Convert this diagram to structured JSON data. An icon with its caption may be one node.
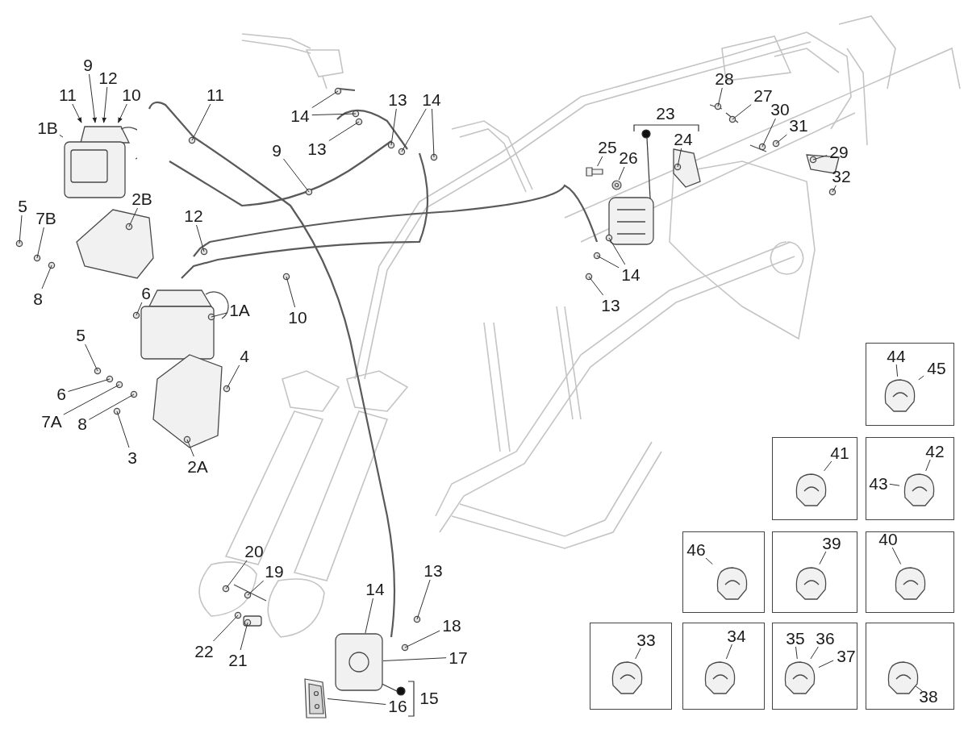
{
  "diagram": {
    "nodes": [
      {
        "text": [
          "1B"
        ]
      },
      {
        "text": [
          "11"
        ]
      },
      {
        "text": [
          "9"
        ]
      },
      {
        "text": [
          "12"
        ]
      },
      {
        "text": [
          "10"
        ]
      },
      {
        "text": [
          "11"
        ]
      },
      {
        "text": [
          "9"
        ]
      },
      {
        "text": [
          "14"
        ]
      },
      {
        "text": [
          "13"
        ]
      },
      {
        "text": [
          "13"
        ]
      },
      {
        "text": [
          "14"
        ]
      },
      {
        "text": [
          "23"
        ]
      },
      {
        "text": [
          "24"
        ]
      },
      {
        "text": [
          "25"
        ]
      },
      {
        "text": [
          "26"
        ]
      },
      {
        "text": [
          "28"
        ]
      },
      {
        "text": [
          "27"
        ]
      },
      {
        "text": [
          "30"
        ]
      },
      {
        "text": [
          "31"
        ]
      },
      {
        "text": [
          "29"
        ]
      },
      {
        "text": [
          "32"
        ]
      },
      {
        "text": [
          "5"
        ]
      },
      {
        "text": [
          "7B"
        ]
      },
      {
        "text": [
          "2B"
        ]
      },
      {
        "text": [
          "8"
        ]
      },
      {
        "text": [
          "12"
        ]
      },
      {
        "text": [
          "14"
        ]
      },
      {
        "text": [
          "13"
        ]
      },
      {
        "text": [
          "6"
        ]
      },
      {
        "text": [
          "1A"
        ]
      },
      {
        "text": [
          "10"
        ]
      },
      {
        "text": [
          "5"
        ]
      },
      {
        "text": [
          "4"
        ]
      },
      {
        "text": [
          "6"
        ]
      },
      {
        "text": [
          "7A"
        ]
      },
      {
        "text": [
          "8"
        ]
      },
      {
        "text": [
          "3"
        ]
      },
      {
        "text": [
          "2A"
        ]
      },
      {
        "text": [
          "20"
        ]
      },
      {
        "text": [
          "19"
        ]
      },
      {
        "text": [
          "13"
        ]
      },
      {
        "text": [
          "14"
        ]
      },
      {
        "text": [
          "18"
        ]
      },
      {
        "text": [
          "17"
        ]
      },
      {
        "text": [
          "22"
        ]
      },
      {
        "text": [
          "21"
        ]
      },
      {
        "text": [
          "15"
        ]
      },
      {
        "text": [
          "16"
        ]
      },
      {
        "text": [],
        "shape": "box"
      },
      {
        "text": [
          "44"
        ],
        "in": 48
      },
      {
        "text": [
          "45"
        ],
        "in": 48
      },
      {
        "text": [],
        "shape": "box"
      },
      {
        "text": [
          "41"
        ],
        "in": 51
      },
      {
        "text": [],
        "shape": "box"
      },
      {
        "text": [
          "42"
        ],
        "in": 53
      },
      {
        "text": [
          "43"
        ],
        "in": 53
      },
      {
        "text": [],
        "shape": "box"
      },
      {
        "text": [
          "46"
        ],
        "in": 56
      },
      {
        "text": [],
        "shape": "box"
      },
      {
        "text": [
          "39"
        ],
        "in": 58
      },
      {
        "text": [],
        "shape": "box"
      },
      {
        "text": [
          "40"
        ],
        "in": 60
      },
      {
        "text": [],
        "shape": "box"
      },
      {
        "text": [
          "33"
        ],
        "in": 62
      },
      {
        "text": [],
        "shape": "box"
      },
      {
        "text": [
          "34"
        ],
        "in": 64
      },
      {
        "text": [],
        "shape": "box"
      },
      {
        "text": [
          "35"
        ],
        "in": 66
      },
      {
        "text": [
          "36"
        ],
        "in": 66
      },
      {
        "text": [
          "37"
        ],
        "in": 66
      },
      {
        "text": [],
        "shape": "box"
      },
      {
        "text": [
          "38"
        ],
        "in": 70
      },
      {
        "text": [],
        "shape": "picture",
        "in": 48
      },
      {
        "text": [],
        "shape": "picture",
        "in": 51
      },
      {
        "text": [],
        "shape": "picture",
        "in": 53
      },
      {
        "text": [],
        "shape": "picture",
        "in": 56
      },
      {
        "text": [],
        "shape": "picture",
        "in": 58
      },
      {
        "text": [],
        "shape": "picture",
        "in": 60
      },
      {
        "text": [],
        "shape": "picture",
        "in": 62
      },
      {
        "text": [],
        "shape": "picture",
        "in": 64
      },
      {
        "text": [],
        "shape": "picture",
        "in": 66
      },
      {
        "text": [],
        "shape": "picture",
        "in": 70
      },
      {
        "text": [],
        "shape": "picture"
      },
      {
        "text": [],
        "shape": "picture"
      },
      {
        "text": [],
        "shape": "picture"
      },
      {
        "text": [],
        "shape": "picture"
      },
      {
        "text": [],
        "shape": "picture"
      }
    ],
    "edges": [
      {
        "from": 0,
        "to": 82,
        "arrow": "none"
      },
      {
        "from": 1,
        "to": 82,
        "arrow": "to"
      },
      {
        "from": 2,
        "to": 82,
        "arrow": "to"
      },
      {
        "from": 3,
        "to": 82,
        "arrow": "to"
      },
      {
        "from": 4,
        "to": 82,
        "arrow": "to"
      },
      {
        "from": 5,
        "to": null,
        "arrow": "none"
      },
      {
        "from": 6,
        "to": null,
        "arrow": "none"
      },
      {
        "from": 7,
        "to": null,
        "arrow": "none"
      },
      {
        "from": 7,
        "to": null,
        "arrow": "none"
      },
      {
        "from": 8,
        "to": null,
        "arrow": "none"
      },
      {
        "from": 9,
        "to": null,
        "arrow": "none"
      },
      {
        "from": 10,
        "to": null,
        "arrow": "none"
      },
      {
        "from": 10,
        "to": null,
        "arrow": "none"
      },
      {
        "from": 12,
        "to": null,
        "arrow": "none"
      },
      {
        "from": 13,
        "to": 85,
        "arrow": "none"
      },
      {
        "from": 14,
        "to": 86,
        "arrow": "none"
      },
      {
        "from": 15,
        "to": null,
        "arrow": "none"
      },
      {
        "from": 16,
        "to": null,
        "arrow": "none"
      },
      {
        "from": 17,
        "to": null,
        "arrow": "none"
      },
      {
        "from": 18,
        "to": null,
        "arrow": "none"
      },
      {
        "from": 19,
        "to": null,
        "arrow": "none"
      },
      {
        "from": 20,
        "to": null,
        "arrow": "none"
      },
      {
        "from": 21,
        "to": null,
        "arrow": "none"
      },
      {
        "from": 22,
        "to": null,
        "arrow": "none"
      },
      {
        "from": 23,
        "to": null,
        "arrow": "none"
      },
      {
        "from": 24,
        "to": null,
        "arrow": "none"
      },
      {
        "from": 25,
        "to": null,
        "arrow": "none"
      },
      {
        "from": 26,
        "to": null,
        "arrow": "none"
      },
      {
        "from": 26,
        "to": null,
        "arrow": "none"
      },
      {
        "from": 27,
        "to": null,
        "arrow": "none"
      },
      {
        "from": 28,
        "to": null,
        "arrow": "none"
      },
      {
        "from": 29,
        "to": null,
        "arrow": "none"
      },
      {
        "from": 30,
        "to": null,
        "arrow": "none"
      },
      {
        "from": 31,
        "to": null,
        "arrow": "none"
      },
      {
        "from": 32,
        "to": null,
        "arrow": "none"
      },
      {
        "from": 33,
        "to": null,
        "arrow": "none"
      },
      {
        "from": 34,
        "to": null,
        "arrow": "none"
      },
      {
        "from": 35,
        "to": null,
        "arrow": "none"
      },
      {
        "from": 36,
        "to": null,
        "arrow": "none"
      },
      {
        "from": 37,
        "to": null,
        "arrow": "none"
      },
      {
        "from": 38,
        "to": null,
        "arrow": "none"
      },
      {
        "from": 39,
        "to": null,
        "arrow": "none"
      },
      {
        "from": 40,
        "to": null,
        "arrow": "none"
      },
      {
        "from": 41,
        "to": 83,
        "arrow": "none"
      },
      {
        "from": 42,
        "to": null,
        "arrow": "none"
      },
      {
        "from": 43,
        "to": 83,
        "arrow": "none"
      },
      {
        "from": 44,
        "to": null,
        "arrow": "none"
      },
      {
        "from": 45,
        "to": null,
        "arrow": "none"
      },
      {
        "from": 47,
        "to": 84,
        "arrow": "none"
      },
      {
        "from": 49,
        "to": 72,
        "arrow": "none"
      },
      {
        "from": 50,
        "to": 72,
        "arrow": "none"
      },
      {
        "from": 52,
        "to": 73,
        "arrow": "none"
      },
      {
        "from": 54,
        "to": 74,
        "arrow": "none"
      },
      {
        "from": 55,
        "to": 74,
        "arrow": "none"
      },
      {
        "from": 57,
        "to": 75,
        "arrow": "none"
      },
      {
        "from": 59,
        "to": 76,
        "arrow": "none"
      },
      {
        "from": 61,
        "to": 77,
        "arrow": "none"
      },
      {
        "from": 63,
        "to": 78,
        "arrow": "none"
      },
      {
        "from": 65,
        "to": 79,
        "arrow": "none"
      },
      {
        "from": 67,
        "to": 80,
        "arrow": "none"
      },
      {
        "from": 68,
        "to": 80,
        "arrow": "none"
      },
      {
        "from": 69,
        "to": 80,
        "arrow": "none"
      },
      {
        "from": 71,
        "to": 81,
        "arrow": "none"
      }
    ]
  }
}
